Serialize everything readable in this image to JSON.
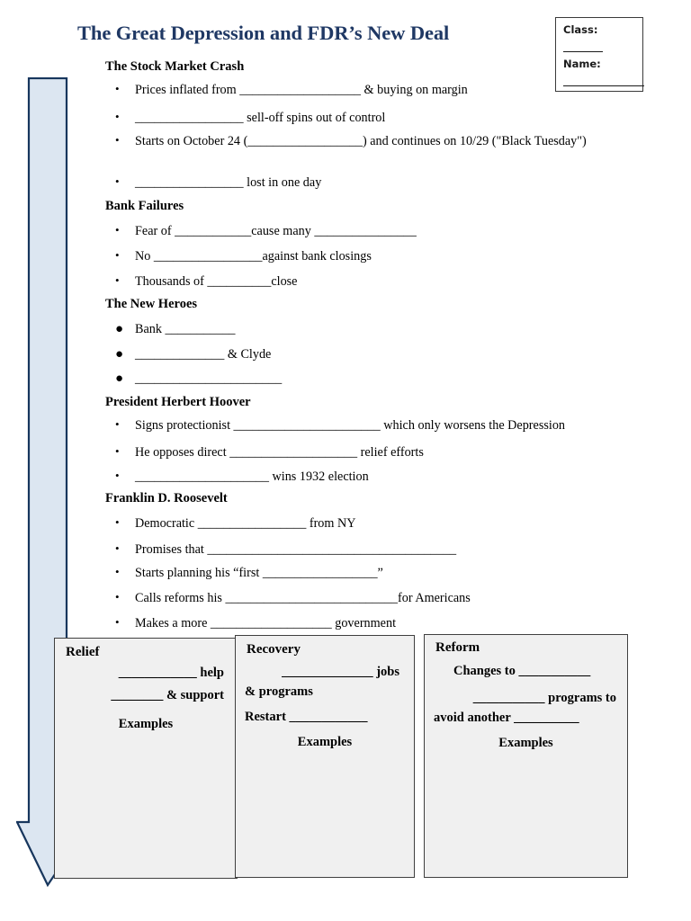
{
  "document": {
    "title": "The Great Depression and FDR’s New Deal",
    "title_color": "#1F3864"
  },
  "student_info_box": {
    "class_label": "Class:",
    "name_label": "Name:"
  },
  "arrow": {
    "name": "downward-arrow",
    "fill_color": "#DCE6F1",
    "border_color": "#1F3864"
  },
  "sections": [
    {
      "heading": "The Stock Market Crash",
      "bullet_style": "dot",
      "items": [
        {
          "parts": [
            "Prices inflated from ",
            "___________________",
            " & buying on margin"
          ]
        },
        {
          "parts": [
            "",
            "_________________",
            " sell-off spins out of control"
          ]
        },
        {
          "parts": [
            "Starts on October 24 (",
            "__________________",
            ") and continues on 10/29 (\"Black Tuesday\")"
          ]
        },
        {
          "parts": [
            "",
            "_________________",
            " lost in one day"
          ]
        }
      ]
    },
    {
      "heading": "Bank Failures",
      "bullet_style": "dot",
      "items": [
        {
          "parts": [
            "Fear of ",
            "____________",
            "cause many ________________"
          ]
        },
        {
          "parts": [
            "No ",
            "_________________",
            "against bank closings"
          ]
        },
        {
          "parts": [
            "Thousands of ",
            "__________",
            "close"
          ]
        }
      ]
    },
    {
      "heading": "The New Heroes",
      "bullet_style": "round",
      "items": [
        {
          "parts": [
            "Bank ",
            "___________",
            ""
          ]
        },
        {
          "parts": [
            "",
            "______________",
            " & Clyde"
          ]
        },
        {
          "parts": [
            "",
            "_______________________",
            ""
          ]
        }
      ]
    },
    {
      "heading": "President Herbert Hoover",
      "bullet_style": "dot",
      "items": [
        {
          "parts": [
            "Signs protectionist ",
            "_______________________",
            " which only worsens the Depression"
          ]
        },
        {
          "parts": [
            "He opposes direct ",
            "____________________",
            " relief efforts"
          ]
        },
        {
          "parts": [
            "",
            "_____________________",
            " wins 1932 election"
          ]
        }
      ]
    },
    {
      "heading": "Franklin D. Roosevelt",
      "bullet_style": "dot",
      "items": [
        {
          "parts": [
            "Democratic ",
            "_________________",
            " from NY"
          ]
        },
        {
          "parts": [
            "Promises that ",
            "_______________________________________",
            ""
          ]
        },
        {
          "parts": [
            "Starts planning his “first ",
            "__________________",
            "”"
          ]
        },
        {
          "parts": [
            "Calls reforms his ",
            "___________________________",
            "for Americans"
          ]
        },
        {
          "parts": [
            "Makes a more ",
            "___________________",
            " government"
          ]
        }
      ]
    }
  ],
  "three_r_boxes": [
    {
      "title": "Relief",
      "lines": [
        "____________ help",
        "________ & support"
      ],
      "footer": "Examples"
    },
    {
      "title": "Recovery",
      "lines": [
        "______________ jobs",
        "& programs",
        "Restart ____________"
      ],
      "footer": "Examples"
    },
    {
      "title": "Reform",
      "lines": [
        "Changes to ___________",
        "___________ programs to",
        "avoid another __________"
      ],
      "footer": "Examples"
    }
  ]
}
